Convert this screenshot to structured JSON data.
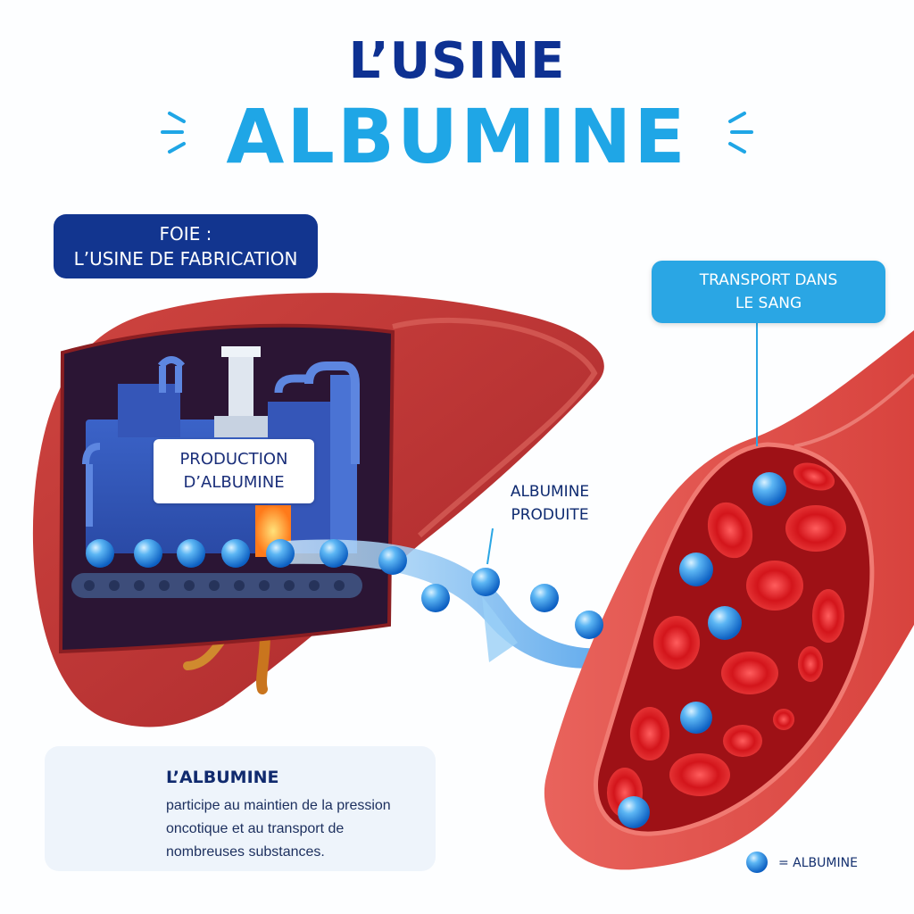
{
  "title": {
    "line1": "L’USINE",
    "line2": "ALBUMINE"
  },
  "labels": {
    "foie_line1": "FOIE :",
    "foie_line2": "L’USINE DE FABRICATION",
    "transport_line1": "TRANSPORT DANS",
    "transport_line2": "LE SANG",
    "production_line1": "PRODUCTION",
    "production_line2": "D’ALBUMINE",
    "produced_line1": "ALBUMINE",
    "produced_line2": "PRODUITE"
  },
  "info": {
    "title": "L’ALBUMINE",
    "text": "participe au maintien de la pression oncotique et au transport de nombreuses substances.",
    "icon": "shield-drop-icon"
  },
  "legend": {
    "text": "= ALBUMINE"
  },
  "colors": {
    "navy": "#12358f",
    "sky": "#2aa6e4",
    "liver": "#c2352f",
    "vessel": "#e04d47",
    "blood_cell": "#d8161a",
    "albumin": "#1a86e0"
  }
}
